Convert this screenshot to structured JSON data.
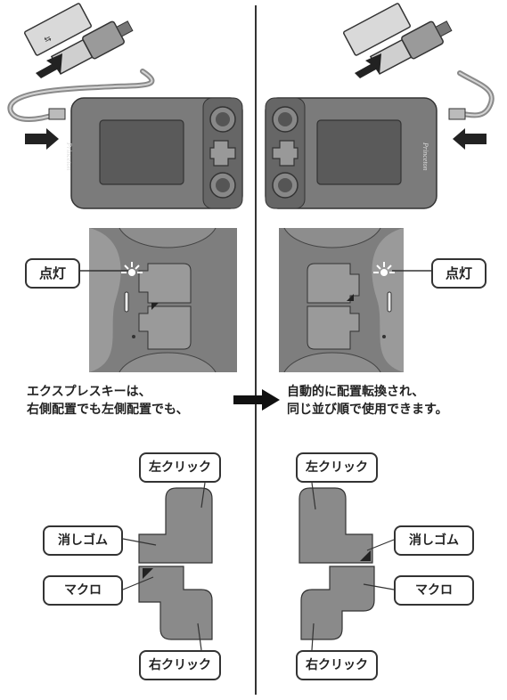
{
  "left": {
    "device_brand": "Princeton",
    "callout_light": "点灯",
    "caption_line1": "エクスプレスキーは、",
    "caption_line2": "右側配置でも左側配置でも、",
    "keys": {
      "top": "左クリック",
      "middle": "消しゴム",
      "lower": "マクロ",
      "bottom": "右クリック"
    }
  },
  "right": {
    "device_brand": "Princeton",
    "callout_light": "点灯",
    "caption_line1": "自動的に配置転換され、",
    "caption_line2": "同じ並び順で使用できます。",
    "keys": {
      "top": "左クリック",
      "middle": "消しゴム",
      "lower": "マクロ",
      "bottom": "右クリック"
    }
  },
  "colors": {
    "device_body": "#7b7b7b",
    "device_dark": "#4a4a4a",
    "key_gray": "#8a8a8a",
    "line": "#333333"
  }
}
